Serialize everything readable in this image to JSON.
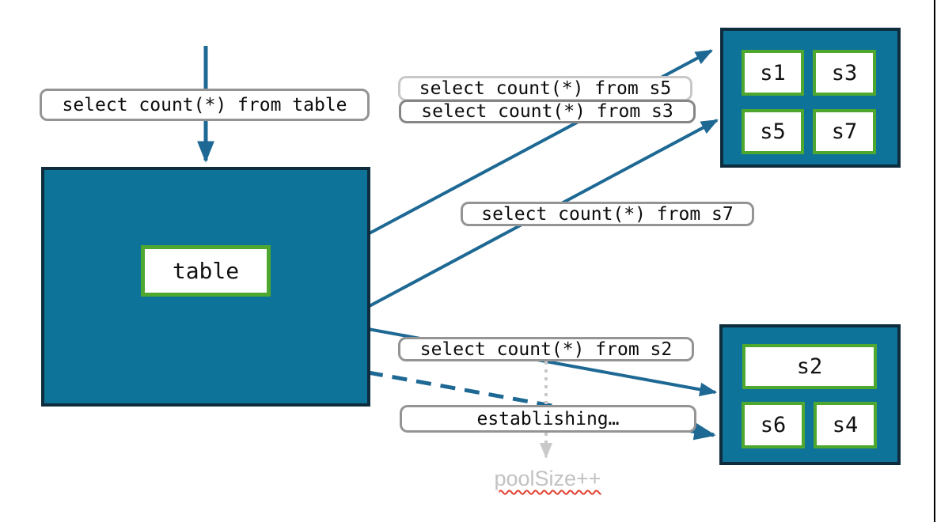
{
  "diagram": {
    "query_labels": {
      "table": "select count(*) from table",
      "s5": "select count(*) from s5",
      "s3": "select count(*) from s3",
      "s7": "select count(*) from s7",
      "s2": "select count(*) from s2",
      "establishing": "establishing…"
    },
    "table_box": {
      "label": "table"
    },
    "shard_group_top": {
      "shards": [
        "s1",
        "s3",
        "s5",
        "s7"
      ]
    },
    "shard_group_bottom": {
      "shards": [
        "s2",
        "s6",
        "s4"
      ]
    },
    "annotation": {
      "pool_size": "poolSize++"
    },
    "colors": {
      "box_fill": "#0e7398",
      "box_border": "#0f2c3d",
      "shard_border": "#4ea72e",
      "arrow": "#1e6994",
      "label_border": "#949494",
      "label_border_light": "#c8c8c8",
      "dotted_arrow": "#c9c9c9",
      "pool_size_text": "#c2c2c2",
      "squiggle": "#e2402f"
    }
  }
}
